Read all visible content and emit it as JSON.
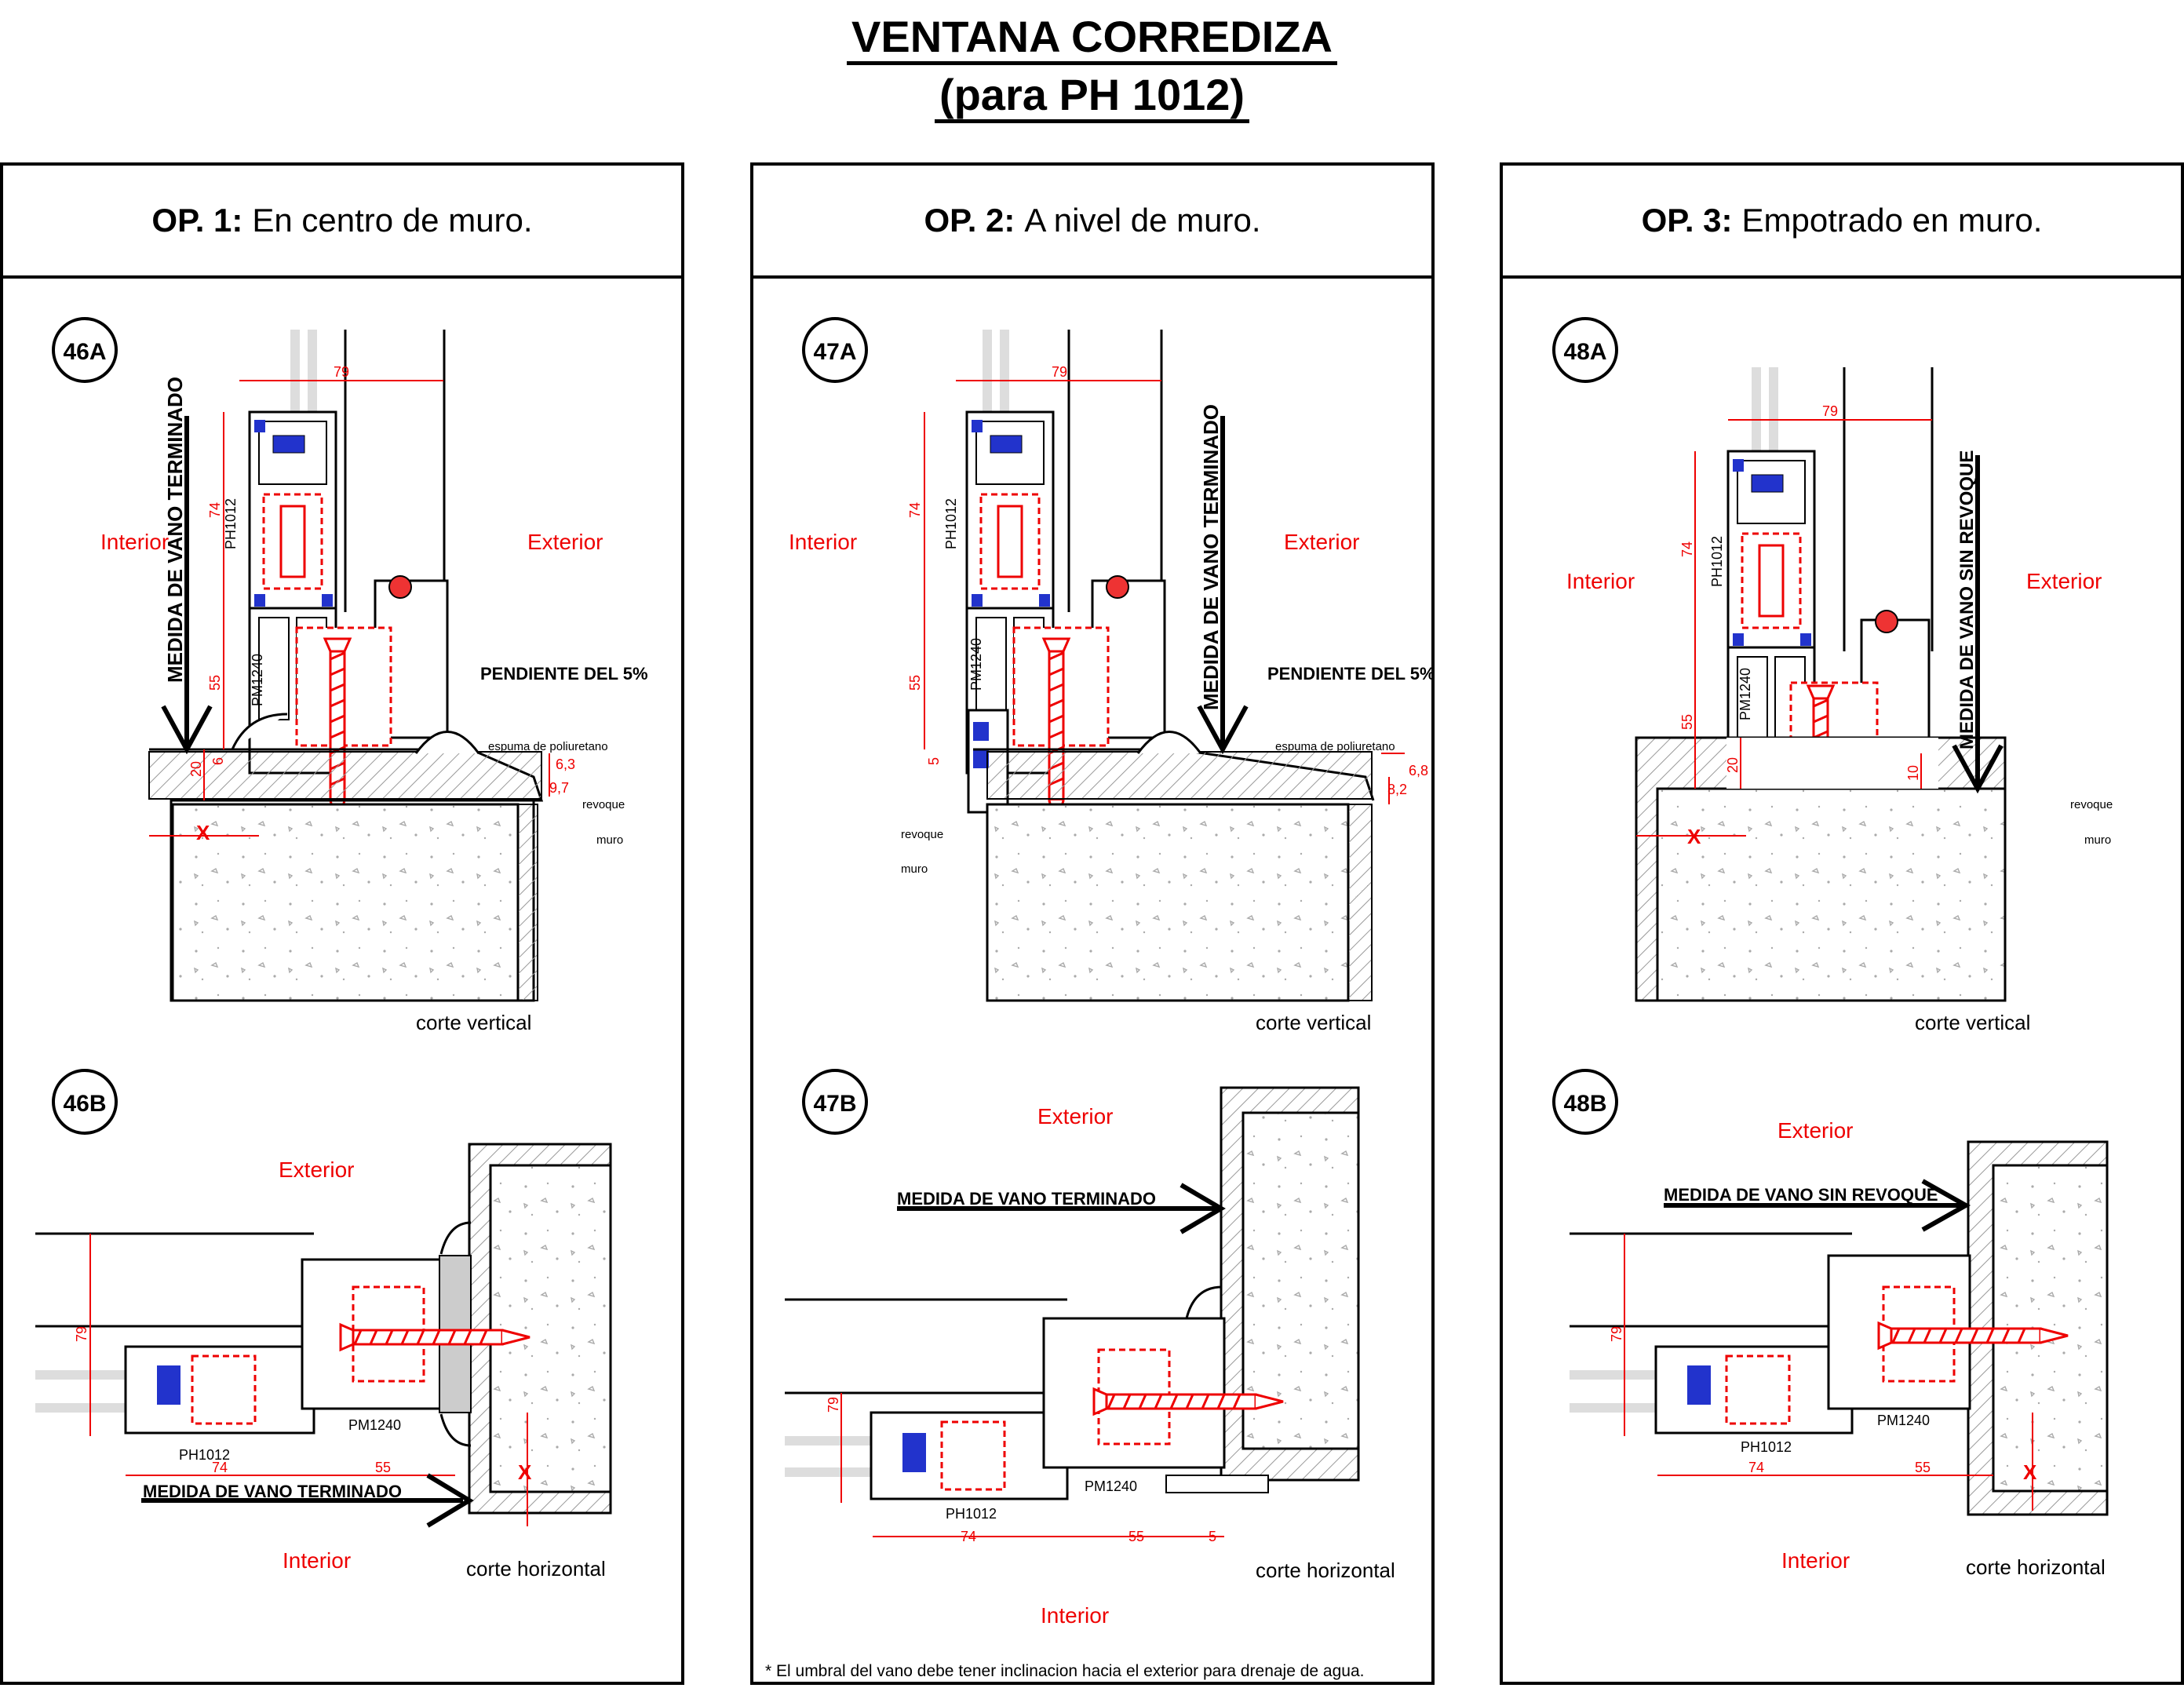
{
  "title_line1": "VENTANA CORREDIZA",
  "title_line2": "(para PH 1012)",
  "panels": [
    {
      "op": "OP. 1:",
      "desc": "En centro de muro.",
      "vertical": {
        "id": "46A",
        "interior": "Interior",
        "exterior": "Exterior",
        "arrow_label": "MEDIDA DE VANO TERMINADO",
        "slope": "PENDIENTE DEL 5%",
        "foam": "espuma de poliuretano",
        "plaster": "revoque",
        "wall": "muro",
        "profile_a": "PH1012",
        "profile_b": "PM1240",
        "dims": [
          "79",
          "74",
          "55",
          "20",
          "6",
          "6,3",
          "9,7"
        ],
        "x": "X",
        "section": "corte vertical"
      },
      "horizontal": {
        "id": "46B",
        "exterior": "Exterior",
        "interior": "Interior",
        "arrow_label": "MEDIDA DE VANO TERMINADO",
        "profile_a": "PH1012",
        "profile_b": "PM1240",
        "dims": [
          "79",
          "74",
          "55"
        ],
        "x": "X",
        "section": "corte horizontal"
      }
    },
    {
      "op": "OP. 2:",
      "desc": "A nivel de muro.",
      "vertical": {
        "id": "47A",
        "interior": "Interior",
        "exterior": "Exterior",
        "arrow_label": "MEDIDA DE VANO TERMINADO",
        "slope": "PENDIENTE DEL 5%",
        "foam": "espuma de poliuretano",
        "plaster": "revoque",
        "wall": "muro",
        "profile_a": "PH1012",
        "profile_b": "PM1240",
        "dims": [
          "79",
          "74",
          "55",
          "5",
          "6,8",
          "8,2"
        ],
        "section": "corte vertical"
      },
      "horizontal": {
        "id": "47B",
        "exterior": "Exterior",
        "interior": "Interior",
        "arrow_label": "MEDIDA DE VANO TERMINADO",
        "profile_a": "PH1012",
        "profile_b": "PM1240",
        "dims": [
          "79",
          "74",
          "55",
          "5"
        ],
        "section": "corte horizontal"
      },
      "note": "* El umbral del vano debe tener inclinacion hacia el exterior para drenaje de agua."
    },
    {
      "op": "OP. 3:",
      "desc": "Empotrado en muro.",
      "vertical": {
        "id": "48A",
        "interior": "Interior",
        "exterior": "Exterior",
        "arrow_label": "MEDIDA DE VANO SIN REVOQUE",
        "plaster": "revoque",
        "wall": "muro",
        "profile_a": "PH1012",
        "profile_b": "PM1240",
        "dims": [
          "79",
          "74",
          "55",
          "20",
          "10"
        ],
        "x": "X",
        "section": "corte vertical"
      },
      "horizontal": {
        "id": "48B",
        "exterior": "Exterior",
        "interior": "Interior",
        "arrow_label": "MEDIDA DE VANO SIN REVOQUE",
        "profile_a": "PH1012",
        "profile_b": "PM1240",
        "dims": [
          "79",
          "74",
          "55"
        ],
        "x": "X",
        "section": "corte horizontal"
      }
    }
  ]
}
